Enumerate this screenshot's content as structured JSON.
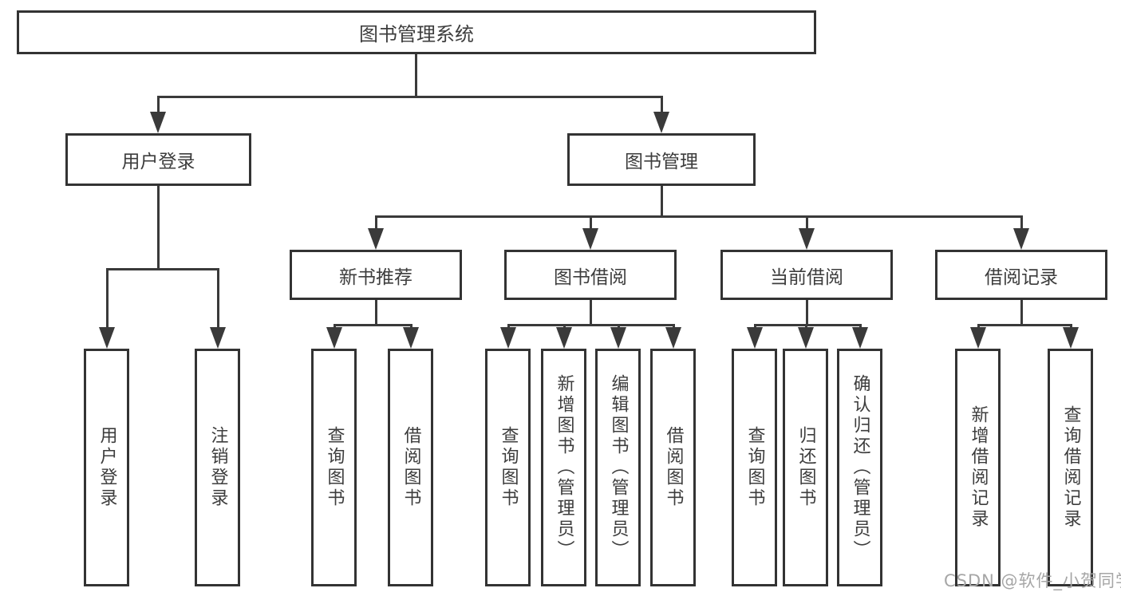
{
  "diagram_title": "图书管理系统",
  "nodes": {
    "root": {
      "label": "图书管理系统"
    },
    "user_login": {
      "label": "用户登录",
      "children": [
        {
          "label": "用户登录"
        },
        {
          "label": "注销登录"
        }
      ]
    },
    "book_mgmt": {
      "label": "图书管理",
      "sections": [
        {
          "label": "新书推荐",
          "children": [
            {
              "label": "查询图书"
            },
            {
              "label": "借阅图书"
            }
          ]
        },
        {
          "label": "图书借阅",
          "children": [
            {
              "label": "查询图书"
            },
            {
              "label": "新增图书（管理员）"
            },
            {
              "label": "编辑图书（管理员）"
            },
            {
              "label": "借阅图书"
            }
          ]
        },
        {
          "label": "当前借阅",
          "children": [
            {
              "label": "查询图书"
            },
            {
              "label": "归还图书"
            },
            {
              "label": "确认归还（管理员）"
            }
          ]
        },
        {
          "label": "借阅记录",
          "children": [
            {
              "label": "新增借阅记录"
            },
            {
              "label": "查询借阅记录"
            }
          ]
        }
      ]
    }
  },
  "watermark": "CSDN @软件_小贺同学",
  "colors": {
    "line": "#3a3a3a",
    "box_border": "#333333",
    "text": "#3d3d3d",
    "background": "#ffffff",
    "watermark": "#a6a6a6"
  }
}
